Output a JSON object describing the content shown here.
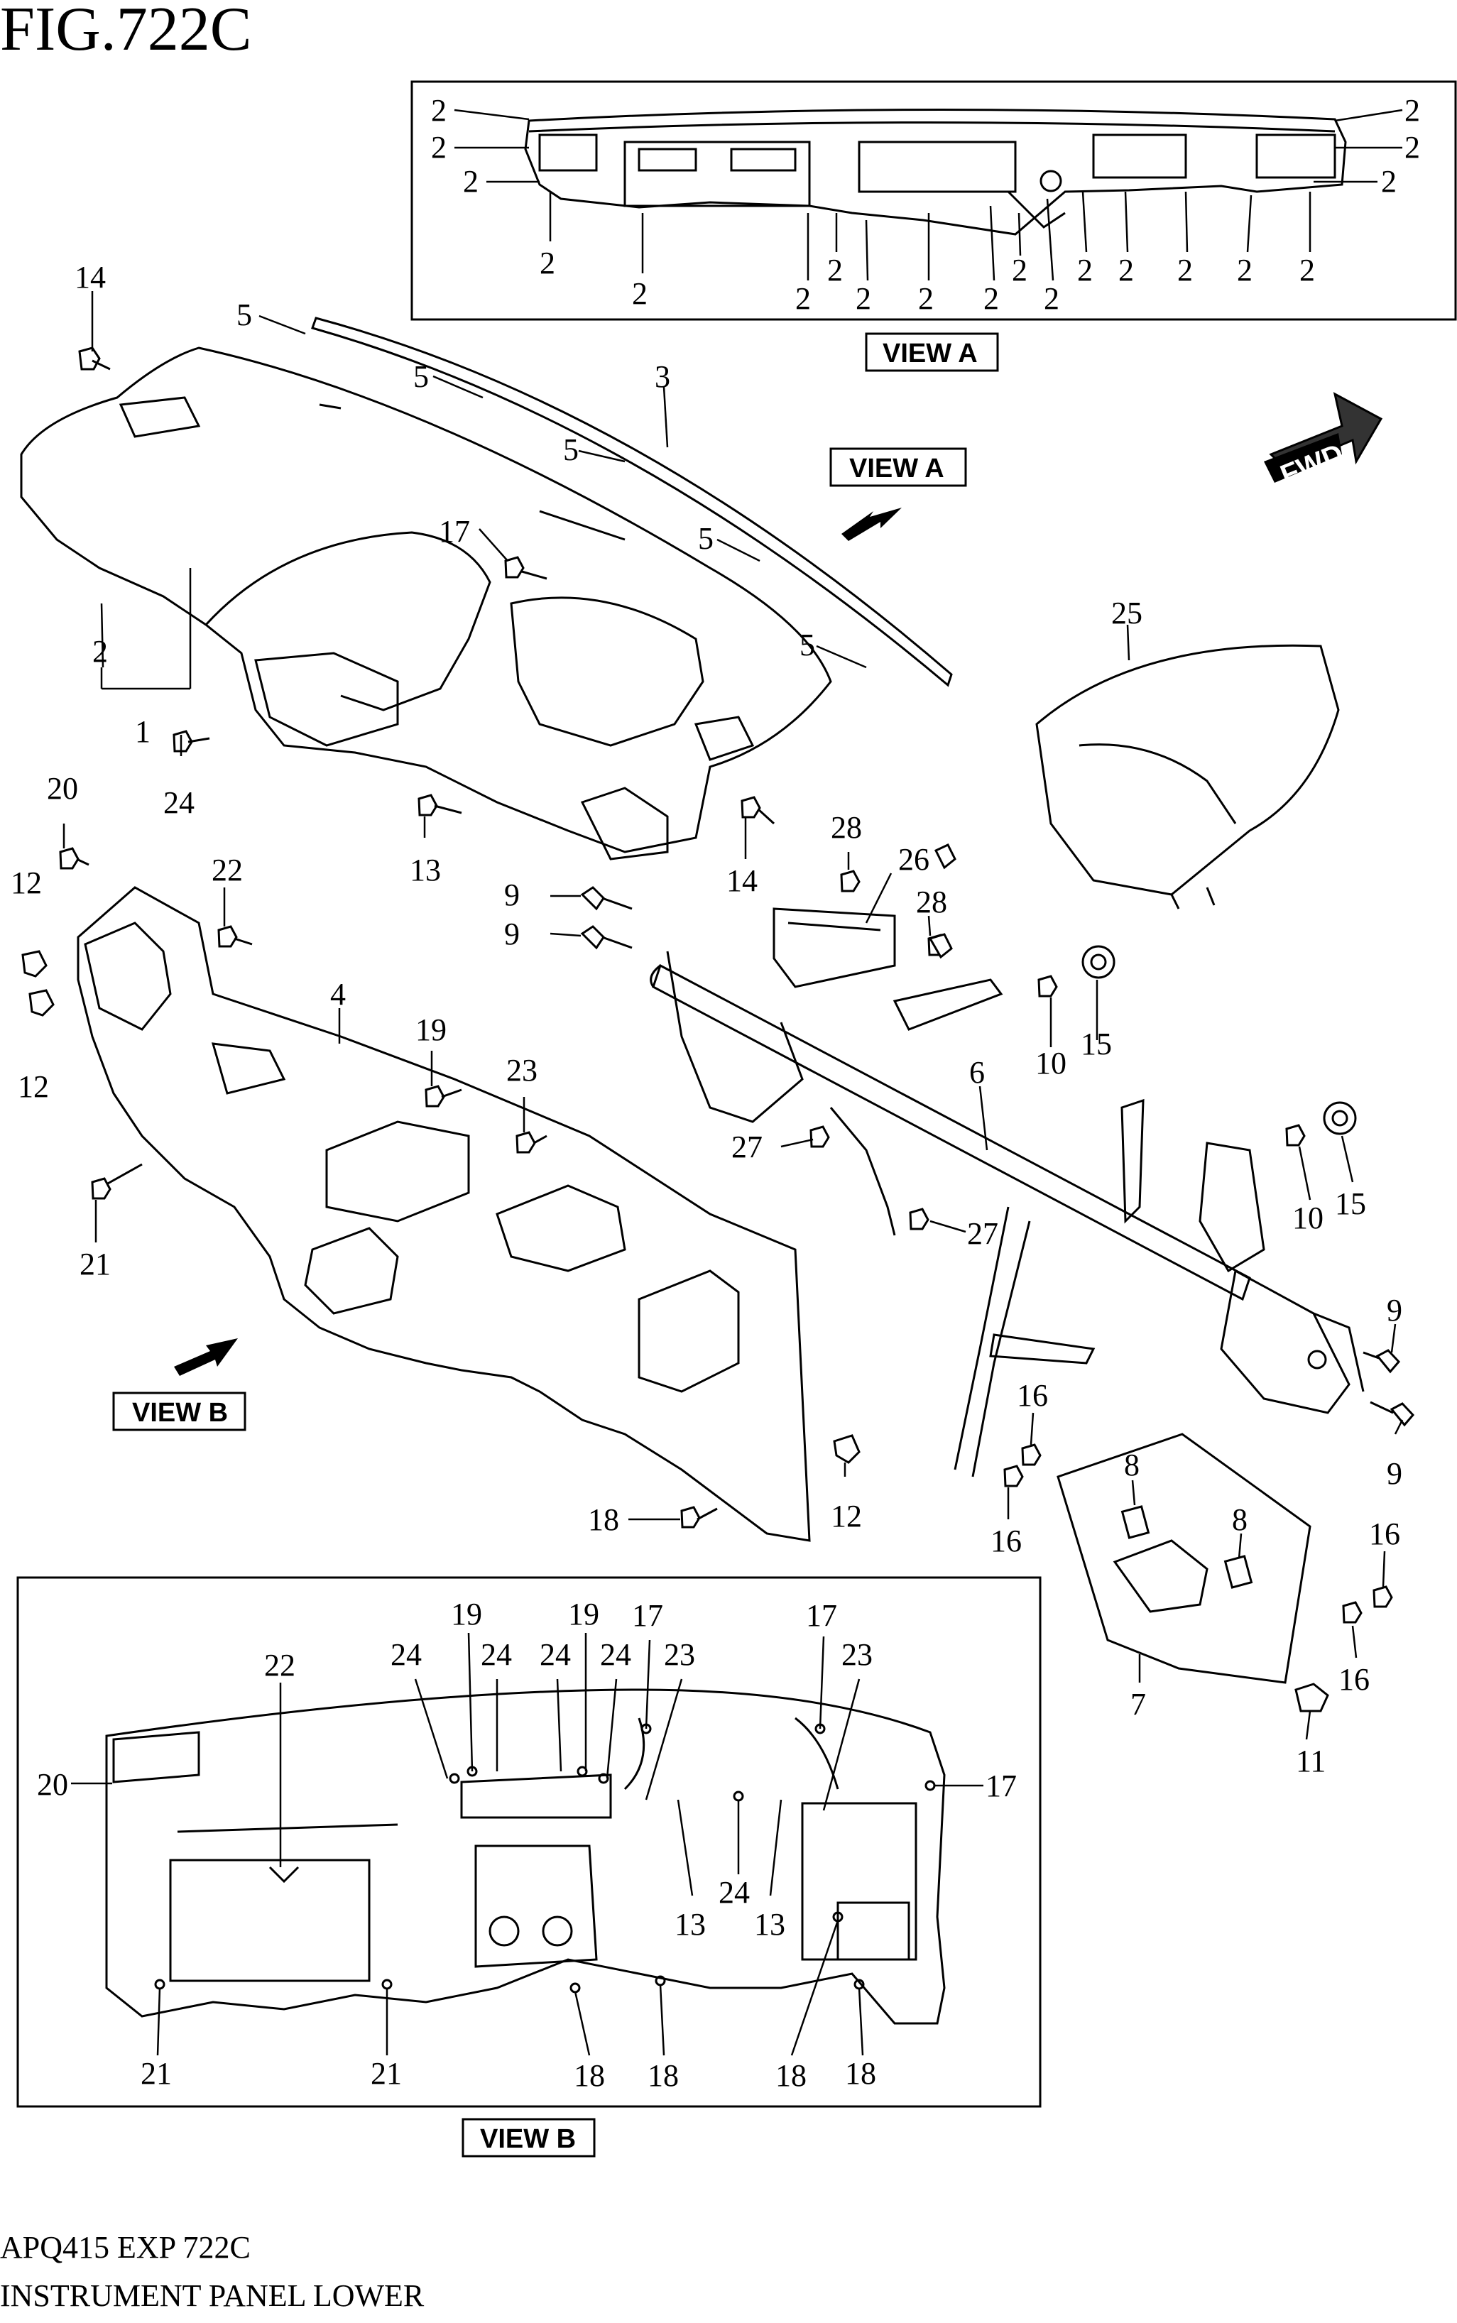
{
  "figure": {
    "title": "FIG.722C",
    "code": "APQ415 EXP 722C",
    "name": "INSTRUMENT PANEL LOWER"
  },
  "view_labels": {
    "view_a_box": "VIEW A",
    "view_a_arrow": "VIEW A",
    "view_b_arrow": "VIEW B",
    "view_b_box": "VIEW B"
  },
  "fwd_label": "FWD",
  "callouts": [
    "2",
    "2",
    "2",
    "2",
    "2",
    "2",
    "2",
    "2",
    "2",
    "2",
    "2",
    "2",
    "2",
    "2",
    "2",
    "2",
    "2",
    "2",
    "2",
    "2",
    "14",
    "5",
    "5",
    "3",
    "5",
    "5",
    "5",
    "17",
    "2",
    "1",
    "24",
    "13",
    "25",
    "20",
    "22",
    "12",
    "12",
    "4",
    "19",
    "23",
    "21",
    "14",
    "28",
    "26",
    "28",
    "9",
    "9",
    "10",
    "15",
    "6",
    "27",
    "27",
    "10",
    "15",
    "9",
    "9",
    "16",
    "16",
    "8",
    "8",
    "16",
    "16",
    "7",
    "11",
    "18",
    "12",
    "19",
    "19",
    "17",
    "17",
    "22",
    "24",
    "24",
    "24",
    "24",
    "23",
    "23",
    "20",
    "17",
    "24",
    "13",
    "13",
    "21",
    "21",
    "18",
    "18",
    "18",
    "18"
  ]
}
